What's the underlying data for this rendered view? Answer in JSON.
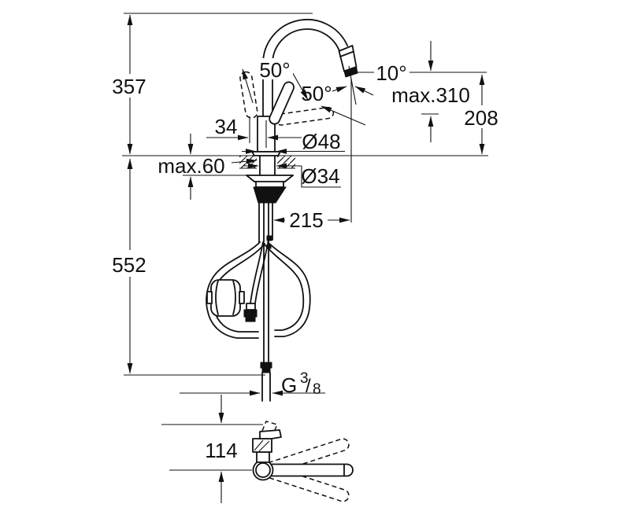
{
  "colors": {
    "ink": "#111111",
    "paper": "#ffffff"
  },
  "side_view": {
    "dim_height_above_deck": "357",
    "dim_height_below_deck": "552",
    "dim_deck_thickness": "max.60",
    "dim_lever_offset": "34",
    "dim_base_diameter": "Ø48",
    "dim_hole_diameter": "Ø34",
    "dim_spout_reach": "215",
    "dim_lever_angle_up": "50°",
    "dim_lever_angle_open": "50°",
    "dim_spray_head_angle": "10°",
    "dim_max_pullout_height": "max.310",
    "dim_outlet_height": "208",
    "thread": {
      "g": "G",
      "numerator": "3",
      "slash": "/",
      "denominator": "8"
    }
  },
  "top_view": {
    "dim_lever_to_spout_axis": "114"
  }
}
